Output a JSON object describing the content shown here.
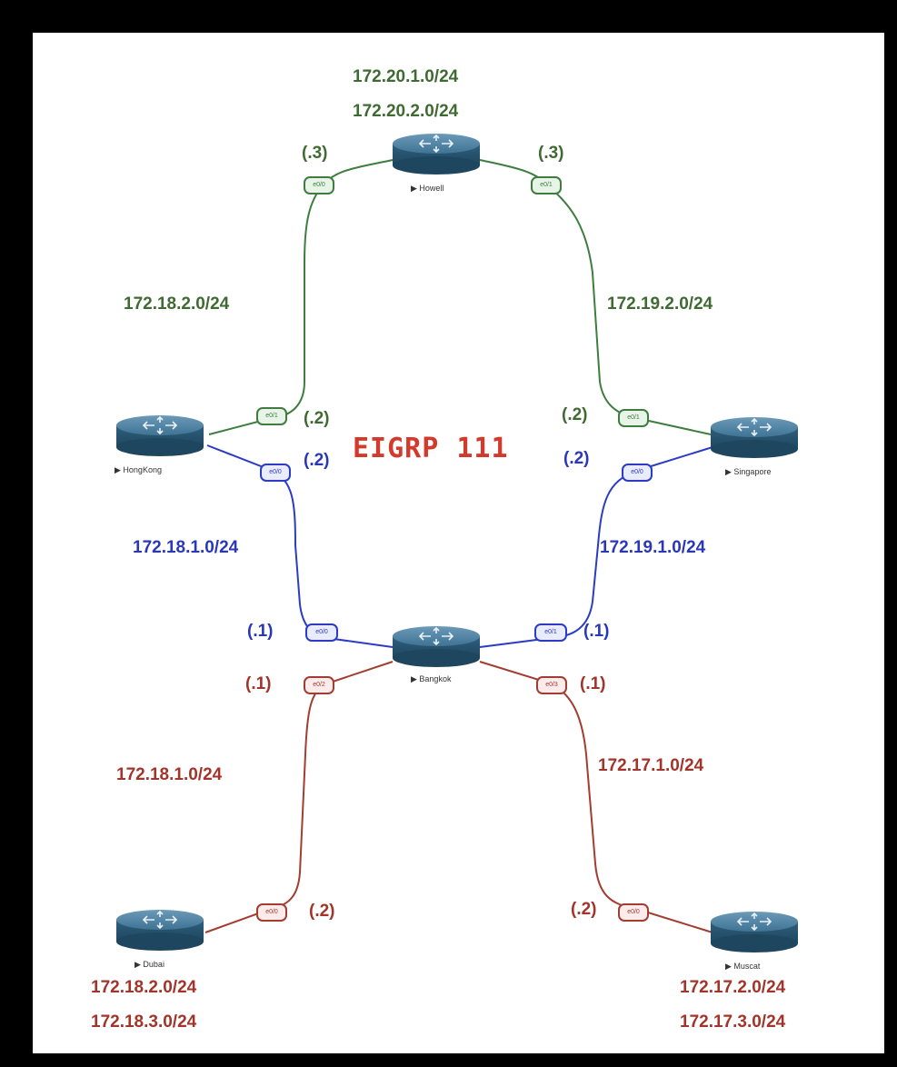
{
  "title": "EIGRP 111",
  "routers": {
    "top": {
      "name": "Howell"
    },
    "left": {
      "name": "HongKong"
    },
    "right": {
      "name": "Singapore"
    },
    "center": {
      "name": "Bangkok"
    },
    "bottom_left": {
      "name": "Dubai"
    },
    "bottom_right": {
      "name": "Muscat"
    }
  },
  "networks": {
    "top_lan_1": "172.20.1.0/24",
    "top_lan_2": "172.20.2.0/24",
    "left_green_link": "172.18.2.0/24",
    "right_green_link": "172.19.2.0/24",
    "left_blue_link": "172.18.1.0/24",
    "right_blue_link": "172.19.1.0/24",
    "left_red_link": "172.18.1.0/24",
    "right_red_link": "172.17.1.0/24",
    "dubai_lan_1": "172.18.2.0/24",
    "dubai_lan_2": "172.18.3.0/24",
    "muscat_lan_1": "172.17.2.0/24",
    "muscat_lan_2": "172.17.3.0/24"
  },
  "host_ids": {
    "top_left": "(.3)",
    "top_right": "(.3)",
    "hk_green": "(.2)",
    "hk_blue": "(.2)",
    "sg_green": "(.2)",
    "sg_blue": "(.2)",
    "center_blue_left": "(.1)",
    "center_blue_right": "(.1)",
    "center_red_left": "(.1)",
    "center_red_right": "(.1)",
    "dubai": "(.2)",
    "muscat": "(.2)"
  },
  "interfaces": {
    "top_left": "e0/0",
    "top_right": "e0/1",
    "hk_green": "e0/1",
    "hk_blue": "e0/0",
    "sg_green": "e0/1",
    "sg_blue": "e0/0",
    "center_blue_left": "e0/0",
    "center_blue_right": "e0/1",
    "center_red_left": "e0/2",
    "center_red_right": "e0/3",
    "dubai": "e0/0",
    "muscat": "e0/0"
  },
  "colors": {
    "green_link": "#3e7d3f",
    "blue_link": "#2b3cc4",
    "red_link": "#a33c31",
    "title": "#d33a2c",
    "router_body": "#3d6f8f"
  }
}
